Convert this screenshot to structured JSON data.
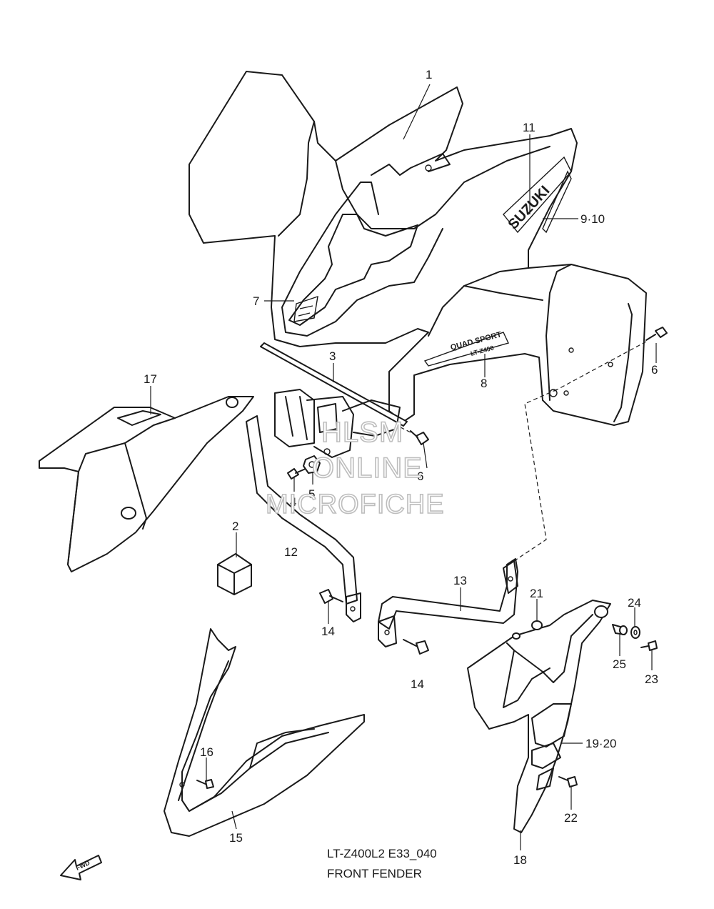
{
  "diagram": {
    "callouts": [
      "1",
      "2",
      "3",
      "4",
      "5",
      "6",
      "6",
      "7",
      "8",
      "9·10",
      "11",
      "12",
      "13",
      "14",
      "14",
      "15",
      "16",
      "17",
      "18",
      "19·20",
      "21",
      "22",
      "23",
      "24",
      "25"
    ],
    "caption": {
      "model_code": "LT-Z400L2 E33_040",
      "title": "FRONT FENDER"
    },
    "watermark": {
      "line1": "HLSM",
      "line2": "ONLINE",
      "line3": "MICROFICHE"
    },
    "decals": {
      "brand": "SUZUKI",
      "quad_sport": "QUAD SPORT",
      "model_badge": "LT-Z400"
    },
    "fwd_arrow": "FWD"
  }
}
